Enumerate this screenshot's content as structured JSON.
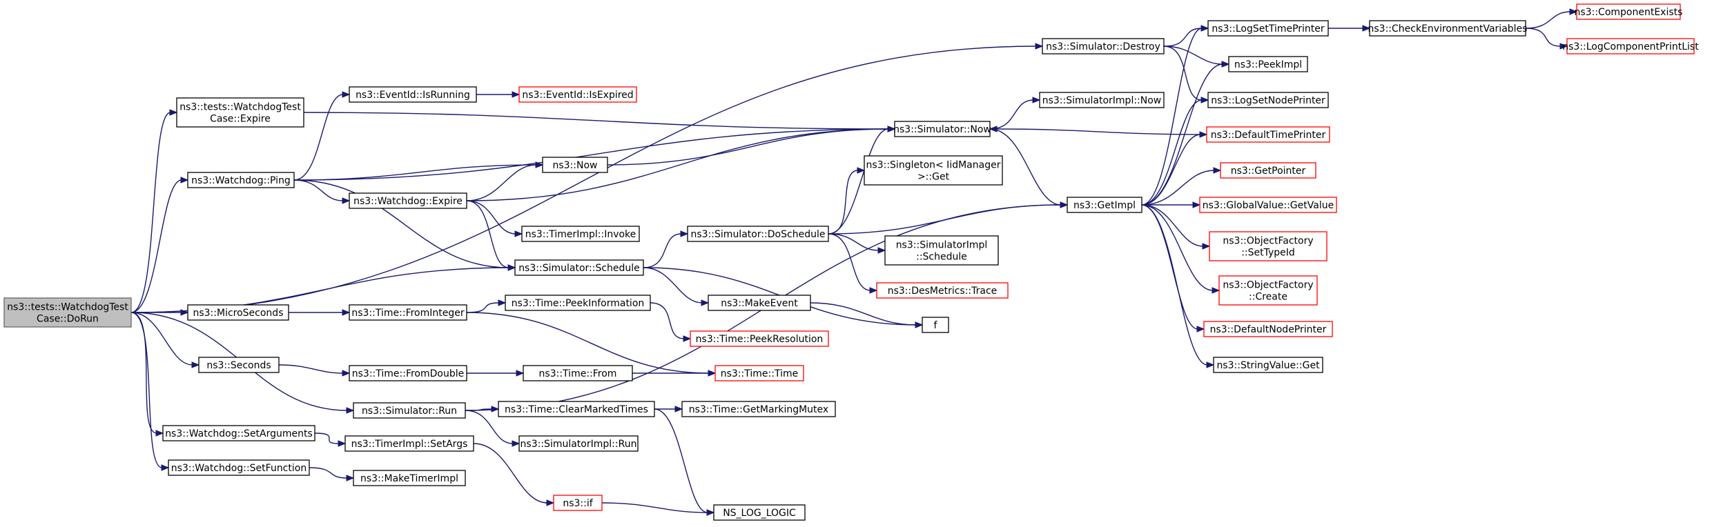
{
  "graph": {
    "nodes": [
      {
        "id": "root",
        "lines": [
          "ns3::tests::WatchdogTest",
          "Case::DoRun"
        ],
        "style": "root"
      },
      {
        "id": "expire_test",
        "lines": [
          "ns3::tests::WatchdogTest",
          "Case::Expire"
        ],
        "style": "normal"
      },
      {
        "id": "ping",
        "lines": [
          "ns3::Watchdog::Ping"
        ],
        "style": "normal"
      },
      {
        "id": "microseconds",
        "lines": [
          "ns3::MicroSeconds"
        ],
        "style": "normal"
      },
      {
        "id": "seconds",
        "lines": [
          "ns3::Seconds"
        ],
        "style": "normal"
      },
      {
        "id": "setarguments",
        "lines": [
          "ns3::Watchdog::SetArguments"
        ],
        "style": "normal"
      },
      {
        "id": "setfunction",
        "lines": [
          "ns3::Watchdog::SetFunction"
        ],
        "style": "normal"
      },
      {
        "id": "isrunning",
        "lines": [
          "ns3::EventId::IsRunning"
        ],
        "style": "normal"
      },
      {
        "id": "wd_expire",
        "lines": [
          "ns3::Watchdog::Expire"
        ],
        "style": "normal"
      },
      {
        "id": "fromint",
        "lines": [
          "ns3::Time::FromInteger"
        ],
        "style": "normal"
      },
      {
        "id": "fromdouble",
        "lines": [
          "ns3::Time::FromDouble"
        ],
        "style": "normal"
      },
      {
        "id": "sim_run",
        "lines": [
          "ns3::Simulator::Run"
        ],
        "style": "normal"
      },
      {
        "id": "setargs",
        "lines": [
          "ns3::TimerImpl::SetArgs"
        ],
        "style": "normal"
      },
      {
        "id": "maketimer",
        "lines": [
          "ns3::MakeTimerImpl"
        ],
        "style": "normal"
      },
      {
        "id": "isexpired",
        "lines": [
          "ns3::EventId::IsExpired"
        ],
        "style": "red"
      },
      {
        "id": "now",
        "lines": [
          "ns3::Now"
        ],
        "style": "normal"
      },
      {
        "id": "invoke",
        "lines": [
          "ns3::TimerImpl::Invoke"
        ],
        "style": "normal"
      },
      {
        "id": "schedule",
        "lines": [
          "ns3::Simulator::Schedule"
        ],
        "style": "normal"
      },
      {
        "id": "peekinfo",
        "lines": [
          "ns3::Time::PeekInformation"
        ],
        "style": "normal"
      },
      {
        "id": "timefrom",
        "lines": [
          "ns3::Time::From"
        ],
        "style": "normal"
      },
      {
        "id": "clearmarked",
        "lines": [
          "ns3::Time::ClearMarkedTimes"
        ],
        "style": "normal"
      },
      {
        "id": "simimpl_run",
        "lines": [
          "ns3::SimulatorImpl::Run"
        ],
        "style": "normal"
      },
      {
        "id": "nsif",
        "lines": [
          "ns3::if"
        ],
        "style": "red"
      },
      {
        "id": "doschedule",
        "lines": [
          "ns3::Simulator::DoSchedule"
        ],
        "style": "normal"
      },
      {
        "id": "makeevent",
        "lines": [
          "ns3::MakeEvent"
        ],
        "style": "normal"
      },
      {
        "id": "peekres",
        "lines": [
          "ns3::Time::PeekResolution"
        ],
        "style": "red"
      },
      {
        "id": "time",
        "lines": [
          "ns3::Time::Time"
        ],
        "style": "red"
      },
      {
        "id": "markingmutex",
        "lines": [
          "ns3::Time::GetMarkingMutex"
        ],
        "style": "normal"
      },
      {
        "id": "nslog",
        "lines": [
          "NS_LOG_LOGIC"
        ],
        "style": "normal"
      },
      {
        "id": "sim_now",
        "lines": [
          "ns3::Simulator::Now"
        ],
        "style": "normal"
      },
      {
        "id": "singleton",
        "lines": [
          "ns3::Singleton< IidManager",
          " >::Get"
        ],
        "style": "normal"
      },
      {
        "id": "simimpl_sched",
        "lines": [
          "ns3::SimulatorImpl",
          "::Schedule"
        ],
        "style": "normal"
      },
      {
        "id": "desmetrics",
        "lines": [
          "ns3::DesMetrics::Trace"
        ],
        "style": "red"
      },
      {
        "id": "f",
        "lines": [
          "f"
        ],
        "style": "normal"
      },
      {
        "id": "destroy",
        "lines": [
          "ns3::Simulator::Destroy"
        ],
        "style": "normal"
      },
      {
        "id": "simimpl_now",
        "lines": [
          "ns3::SimulatorImpl::Now"
        ],
        "style": "normal"
      },
      {
        "id": "getimpl",
        "lines": [
          "ns3::GetImpl"
        ],
        "style": "normal"
      },
      {
        "id": "logsettime",
        "lines": [
          "ns3::LogSetTimePrinter"
        ],
        "style": "normal"
      },
      {
        "id": "peekimpl",
        "lines": [
          "ns3::PeekImpl"
        ],
        "style": "normal"
      },
      {
        "id": "logsetnode",
        "lines": [
          "ns3::LogSetNodePrinter"
        ],
        "style": "normal"
      },
      {
        "id": "deftime",
        "lines": [
          "ns3::DefaultTimePrinter"
        ],
        "style": "red"
      },
      {
        "id": "getpointer",
        "lines": [
          "ns3::GetPointer"
        ],
        "style": "red"
      },
      {
        "id": "gv_getvalue",
        "lines": [
          "ns3::GlobalValue::GetValue"
        ],
        "style": "red"
      },
      {
        "id": "of_settypeid",
        "lines": [
          "ns3::ObjectFactory",
          "::SetTypeId"
        ],
        "style": "red"
      },
      {
        "id": "of_create",
        "lines": [
          "ns3::ObjectFactory",
          "::Create"
        ],
        "style": "red"
      },
      {
        "id": "defnode",
        "lines": [
          "ns3::DefaultNodePrinter"
        ],
        "style": "red"
      },
      {
        "id": "strvalue_get",
        "lines": [
          "ns3::StringValue::Get"
        ],
        "style": "normal"
      },
      {
        "id": "checkenv",
        "lines": [
          "ns3::CheckEnvironmentVariables"
        ],
        "style": "normal"
      },
      {
        "id": "compexists",
        "lines": [
          "ns3::ComponentExists"
        ],
        "style": "red"
      },
      {
        "id": "logcomplist",
        "lines": [
          "ns3::LogComponentPrintList"
        ],
        "style": "red"
      }
    ],
    "edges": [
      [
        "root",
        "destroy"
      ],
      [
        "root",
        "expire_test"
      ],
      [
        "root",
        "ping"
      ],
      [
        "root",
        "schedule"
      ],
      [
        "root",
        "microseconds"
      ],
      [
        "root",
        "seconds"
      ],
      [
        "root",
        "sim_run"
      ],
      [
        "root",
        "setarguments"
      ],
      [
        "root",
        "setfunction"
      ],
      [
        "expire_test",
        "sim_now"
      ],
      [
        "ping",
        "isrunning"
      ],
      [
        "ping",
        "sim_now"
      ],
      [
        "ping",
        "now"
      ],
      [
        "ping",
        "wd_expire"
      ],
      [
        "ping",
        "schedule"
      ],
      [
        "microseconds",
        "fromint"
      ],
      [
        "seconds",
        "fromdouble"
      ],
      [
        "sim_run",
        "clearmarked"
      ],
      [
        "sim_run",
        "simimpl_run"
      ],
      [
        "sim_run",
        "getimpl"
      ],
      [
        "setarguments",
        "setargs"
      ],
      [
        "setfunction",
        "maketimer"
      ],
      [
        "isrunning",
        "isexpired"
      ],
      [
        "wd_expire",
        "now"
      ],
      [
        "wd_expire",
        "sim_now"
      ],
      [
        "wd_expire",
        "invoke"
      ],
      [
        "wd_expire",
        "schedule"
      ],
      [
        "fromint",
        "peekinfo"
      ],
      [
        "fromint",
        "time"
      ],
      [
        "fromdouble",
        "timefrom"
      ],
      [
        "setargs",
        "nsif"
      ],
      [
        "now",
        "sim_now"
      ],
      [
        "schedule",
        "doschedule"
      ],
      [
        "schedule",
        "makeevent"
      ],
      [
        "schedule",
        "f"
      ],
      [
        "peekinfo",
        "peekres"
      ],
      [
        "timefrom",
        "time"
      ],
      [
        "clearmarked",
        "markingmutex"
      ],
      [
        "clearmarked",
        "nslog"
      ],
      [
        "nsif",
        "nslog"
      ],
      [
        "doschedule",
        "sim_now"
      ],
      [
        "doschedule",
        "singleton"
      ],
      [
        "doschedule",
        "simimpl_sched"
      ],
      [
        "doschedule",
        "desmetrics"
      ],
      [
        "doschedule",
        "getimpl"
      ],
      [
        "makeevent",
        "f"
      ],
      [
        "sim_now",
        "simimpl_now"
      ],
      [
        "sim_now",
        "getimpl"
      ],
      [
        "destroy",
        "logsettime"
      ],
      [
        "destroy",
        "peekimpl"
      ],
      [
        "destroy",
        "logsetnode"
      ],
      [
        "deftime",
        "sim_now"
      ],
      [
        "getimpl",
        "logsettime"
      ],
      [
        "getimpl",
        "peekimpl"
      ],
      [
        "getimpl",
        "logsetnode"
      ],
      [
        "getimpl",
        "deftime"
      ],
      [
        "getimpl",
        "getpointer"
      ],
      [
        "getimpl",
        "gv_getvalue"
      ],
      [
        "getimpl",
        "of_settypeid"
      ],
      [
        "getimpl",
        "of_create"
      ],
      [
        "getimpl",
        "defnode"
      ],
      [
        "getimpl",
        "strvalue_get"
      ],
      [
        "logsettime",
        "checkenv"
      ],
      [
        "checkenv",
        "compexists"
      ],
      [
        "checkenv",
        "logcomplist"
      ]
    ]
  }
}
